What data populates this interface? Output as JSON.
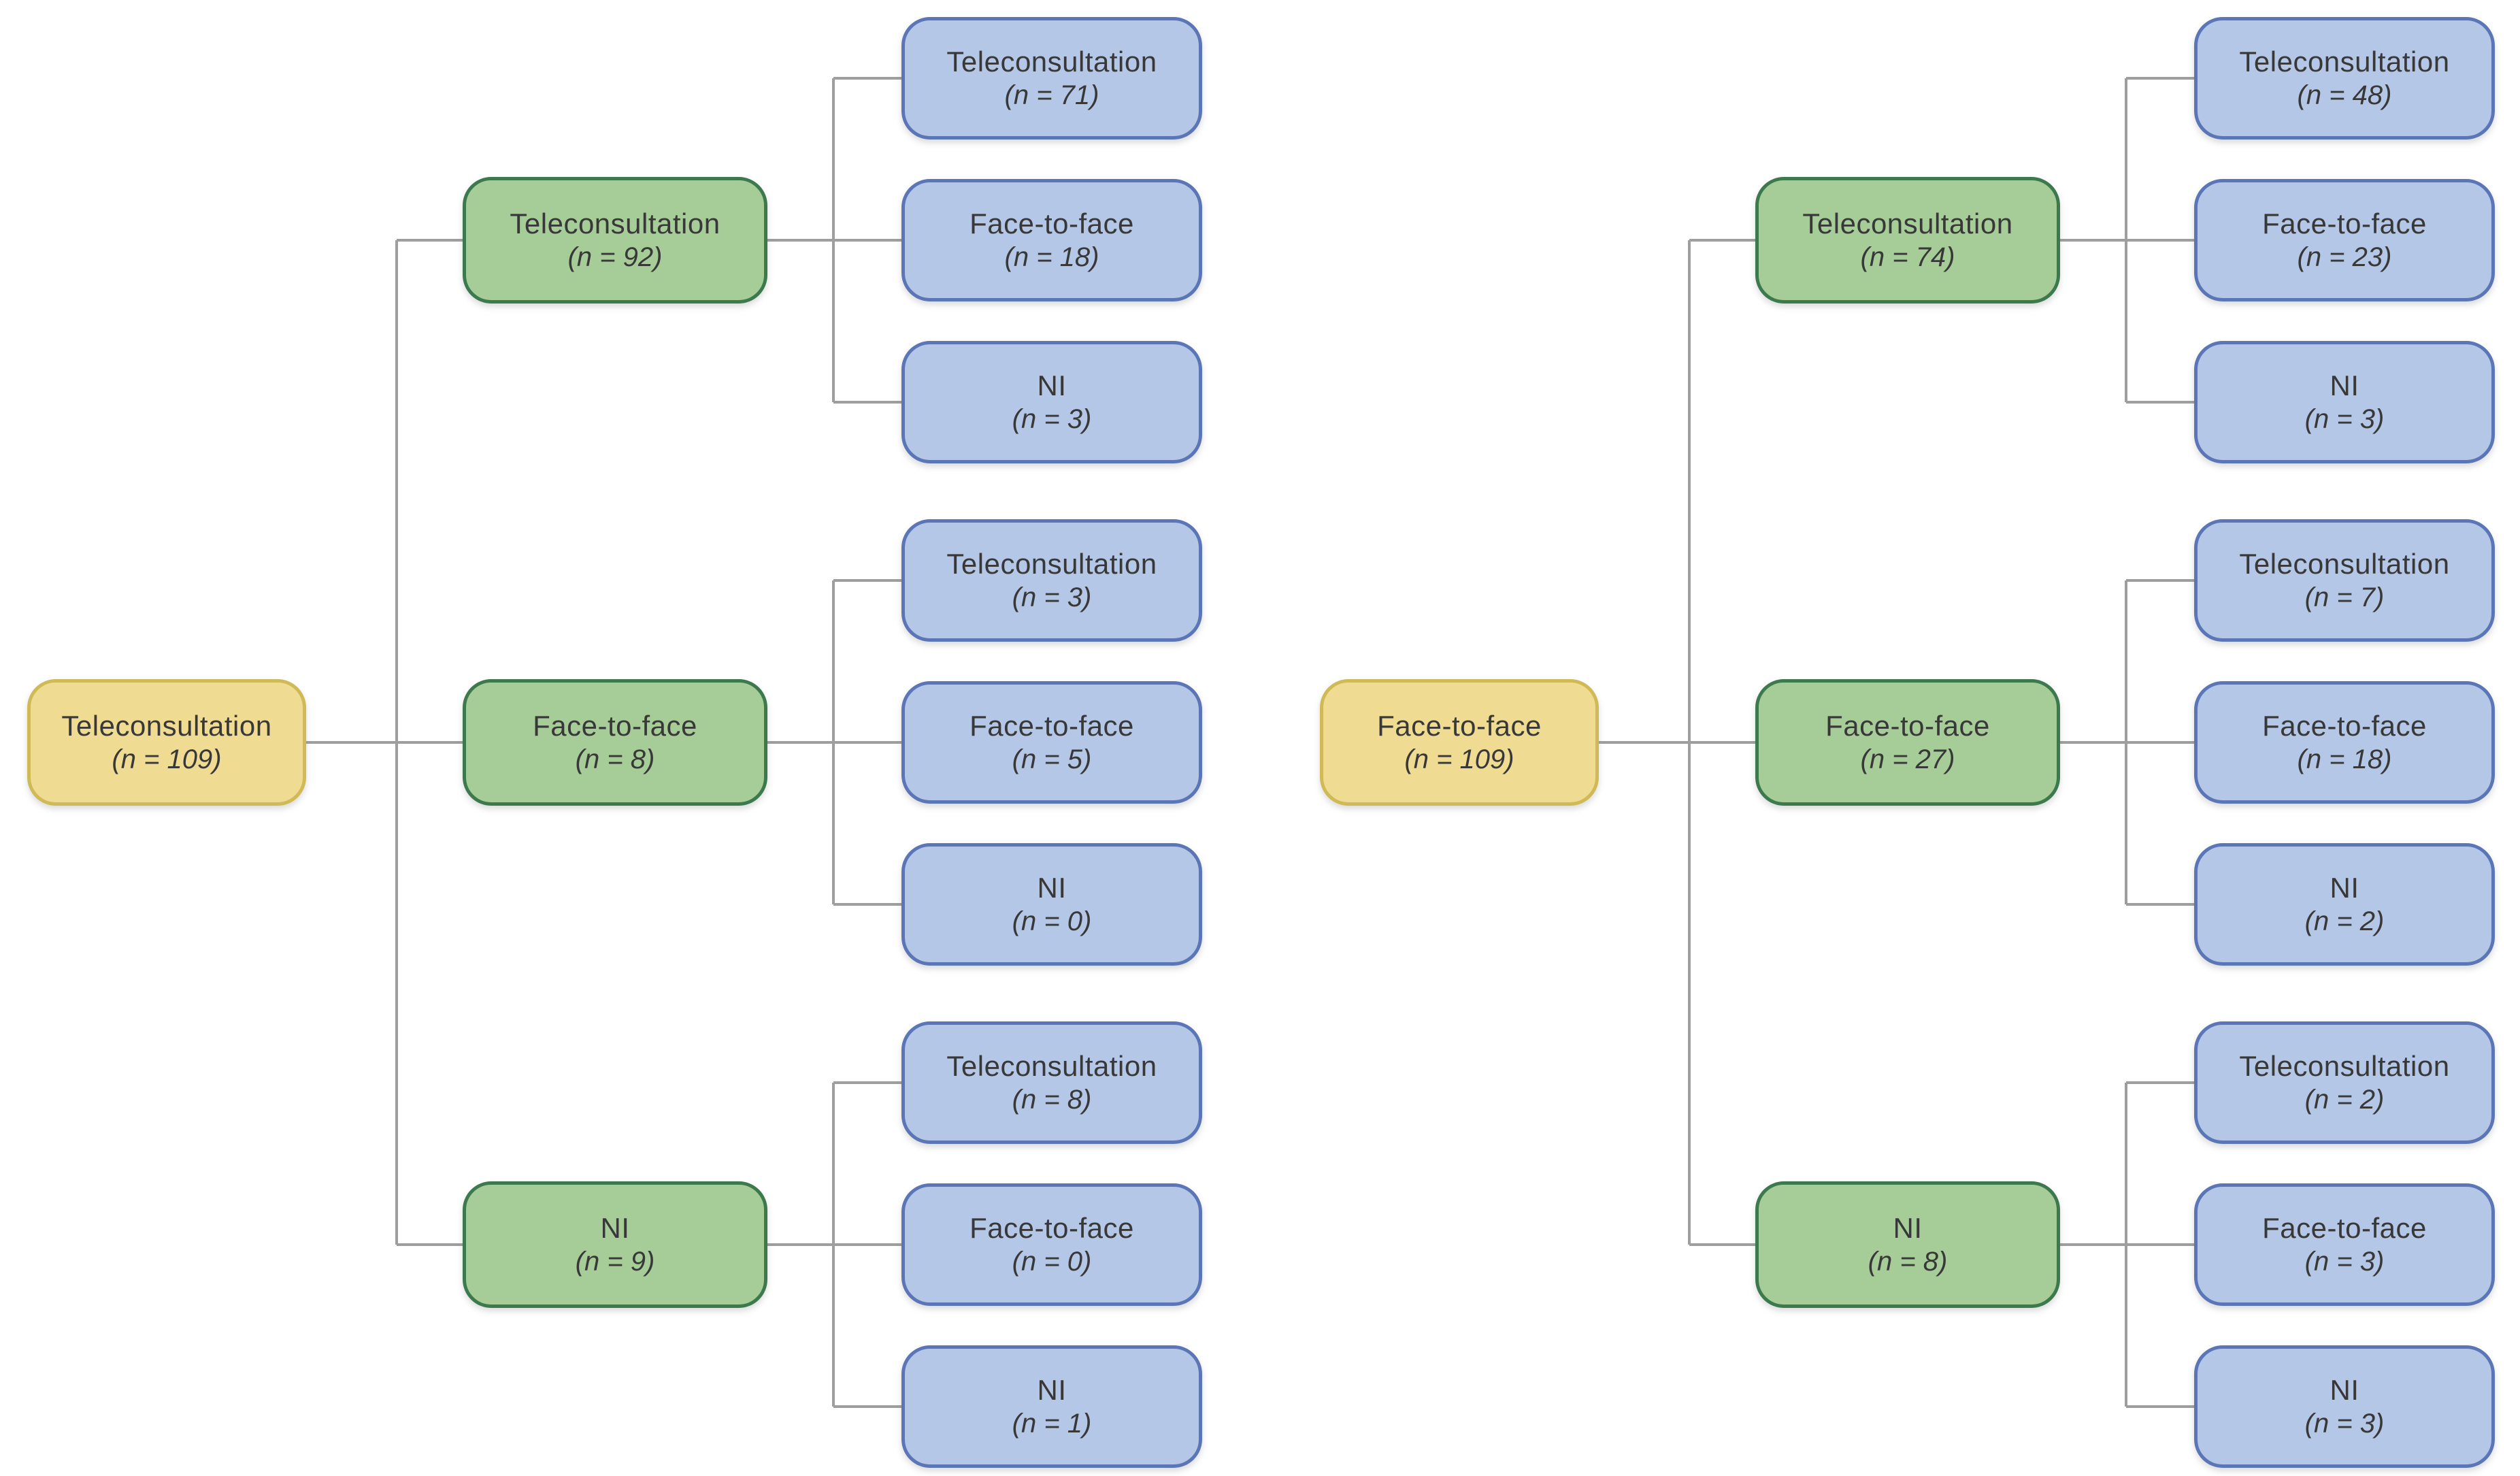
{
  "figure": {
    "description": "Two-level consultation-modality flow diagram (teleconsultation vs face-to-face vs NI)",
    "colors": {
      "root_fill": "#f0db92",
      "root_border": "#cfba55",
      "branch_fill": "#a6cd98",
      "branch_border": "#3c7a4e",
      "leaf_fill": "#b4c7e7",
      "leaf_border": "#5b76b7",
      "connector": "#9e9e9e",
      "text": "#383838"
    }
  },
  "trees": [
    {
      "root": {
        "label": "Teleconsultation",
        "count": "(n = 109)"
      },
      "branches": [
        {
          "label": "Teleconsultation",
          "count": "(n = 92)",
          "children": [
            {
              "label": "Teleconsultation",
              "count": "(n = 71)"
            },
            {
              "label": "Face-to-face",
              "count": "(n = 18)"
            },
            {
              "label": "NI",
              "count": "(n = 3)"
            }
          ]
        },
        {
          "label": "Face-to-face",
          "count": "(n = 8)",
          "children": [
            {
              "label": "Teleconsultation",
              "count": "(n = 3)"
            },
            {
              "label": "Face-to-face",
              "count": "(n = 5)"
            },
            {
              "label": "NI",
              "count": "(n = 0)"
            }
          ]
        },
        {
          "label": "NI",
          "count": "(n = 9)",
          "children": [
            {
              "label": "Teleconsultation",
              "count": "(n = 8)"
            },
            {
              "label": "Face-to-face",
              "count": "(n = 0)"
            },
            {
              "label": "NI",
              "count": "(n = 1)"
            }
          ]
        }
      ]
    },
    {
      "root": {
        "label": "Face-to-face",
        "count": "(n = 109)"
      },
      "branches": [
        {
          "label": "Teleconsultation",
          "count": "(n = 74)",
          "children": [
            {
              "label": "Teleconsultation",
              "count": "(n = 48)"
            },
            {
              "label": "Face-to-face",
              "count": "(n = 23)"
            },
            {
              "label": "NI",
              "count": "(n = 3)"
            }
          ]
        },
        {
          "label": "Face-to-face",
          "count": "(n = 27)",
          "children": [
            {
              "label": "Teleconsultation",
              "count": "(n = 7)"
            },
            {
              "label": "Face-to-face",
              "count": "(n = 18)"
            },
            {
              "label": "NI",
              "count": "(n = 2)"
            }
          ]
        },
        {
          "label": "NI",
          "count": "(n = 8)",
          "children": [
            {
              "label": "Teleconsultation",
              "count": "(n = 2)"
            },
            {
              "label": "Face-to-face",
              "count": "(n = 3)"
            },
            {
              "label": "NI",
              "count": "(n = 3)"
            }
          ]
        }
      ]
    }
  ]
}
